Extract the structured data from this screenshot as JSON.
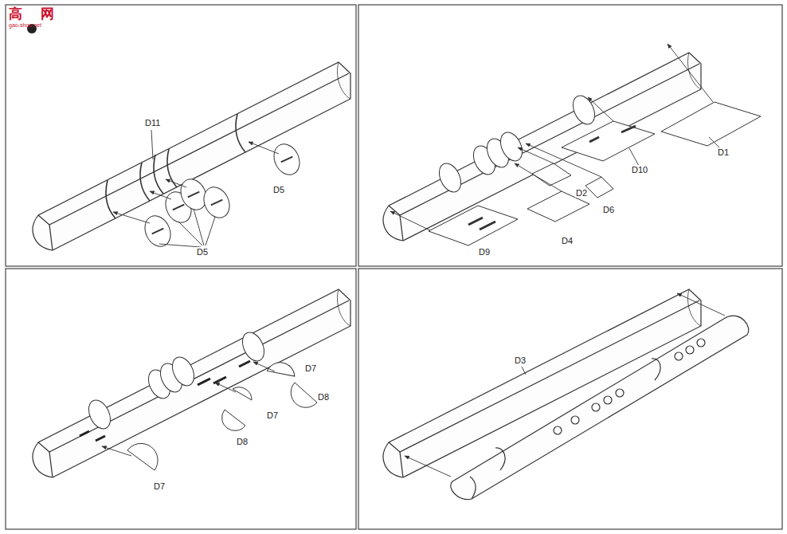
{
  "diagram": {
    "labels": [
      "高",
      "网",
      "gao-shou.net",
      "D11",
      "D5",
      "D5",
      "D1",
      "D10",
      "D2",
      "D6",
      "D4",
      "D9",
      "D7",
      "D8",
      "D7",
      "D8",
      "D7",
      "D3"
    ]
  }
}
